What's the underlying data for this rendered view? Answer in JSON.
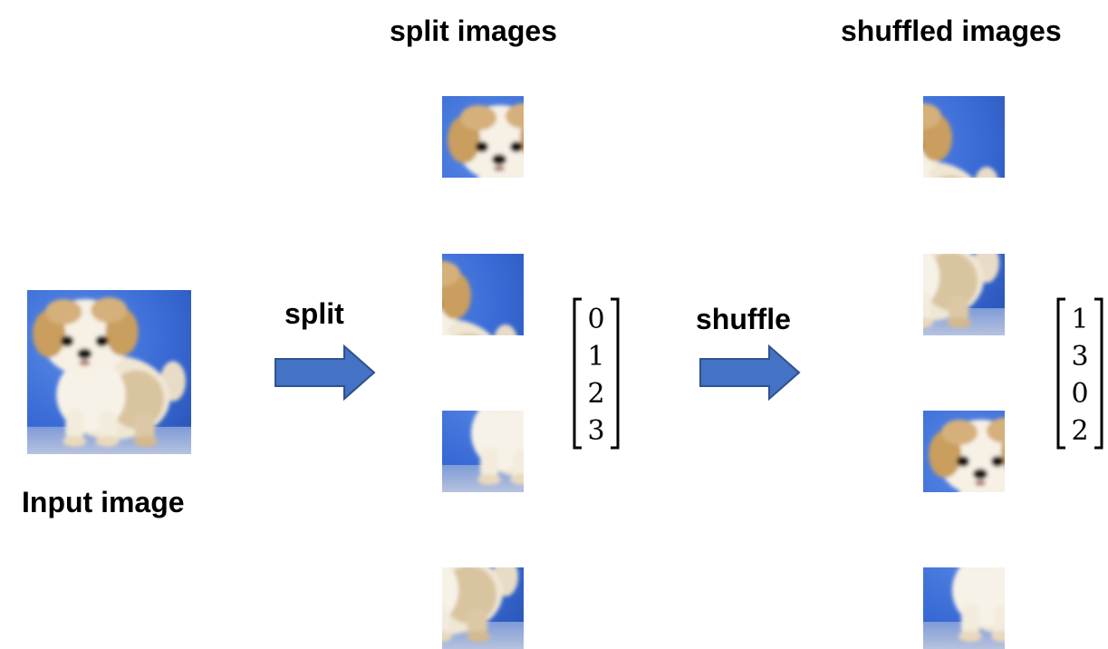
{
  "titles": {
    "split_images": "split images",
    "shuffled_images": "shuffled images",
    "input_image": "Input image"
  },
  "arrows": {
    "split": "split",
    "shuffle": "shuffle"
  },
  "matrices": {
    "split_order": [
      "0",
      "1",
      "2",
      "3"
    ],
    "shuffled_order": [
      "1",
      "3",
      "0",
      "2"
    ]
  },
  "colors": {
    "arrow_fill": "#4472C4",
    "arrow_stroke": "#2F528F",
    "background_blue": "#3A6BD6",
    "dog_fur": "#F4EEE2",
    "dog_tan": "#C9A46B"
  },
  "icons": {
    "arrow": "right-arrow-icon",
    "image": "dog-photo"
  }
}
